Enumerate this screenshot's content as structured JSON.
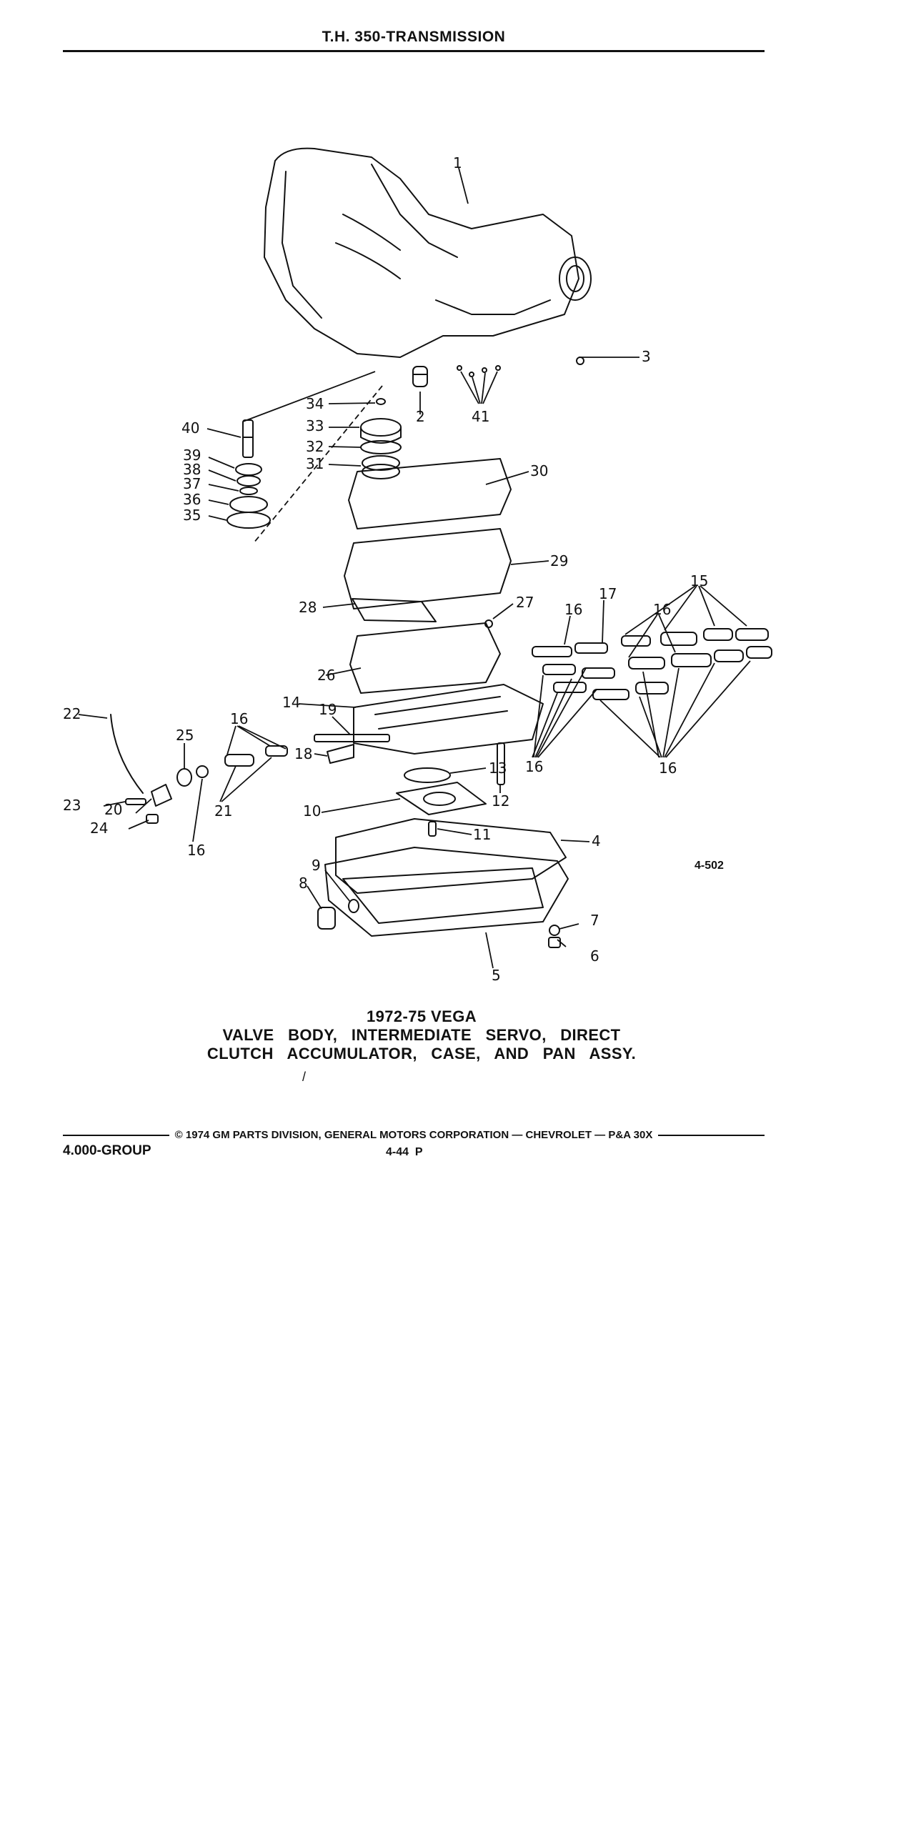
{
  "header": {
    "title": "T.H. 350-TRANSMISSION"
  },
  "figure": {
    "number": "4-502",
    "callouts": [
      "1",
      "2",
      "3",
      "4",
      "5",
      "6",
      "7",
      "8",
      "9",
      "10",
      "11",
      "12",
      "13",
      "14",
      "15",
      "16",
      "16",
      "16",
      "16",
      "16",
      "16",
      "17",
      "18",
      "19",
      "20",
      "21",
      "22",
      "23",
      "24",
      "25",
      "26",
      "27",
      "28",
      "29",
      "30",
      "31",
      "32",
      "33",
      "34",
      "35",
      "36",
      "37",
      "38",
      "39",
      "40",
      "41"
    ]
  },
  "caption": {
    "line1": "1972-75 VEGA",
    "line2": "VALVE   BODY,   INTERMEDIATE   SERVO,   DIRECT",
    "line3": "CLUTCH   ACCUMULATOR,   CASE,   AND   PAN   ASSY."
  },
  "stray_mark": "/",
  "footer": {
    "copyright": "© 1974 GM PARTS DIVISION, GENERAL MOTORS CORPORATION — CHEVROLET — P&A 30X",
    "group": "4.000-GROUP",
    "page": "4-44  P"
  }
}
